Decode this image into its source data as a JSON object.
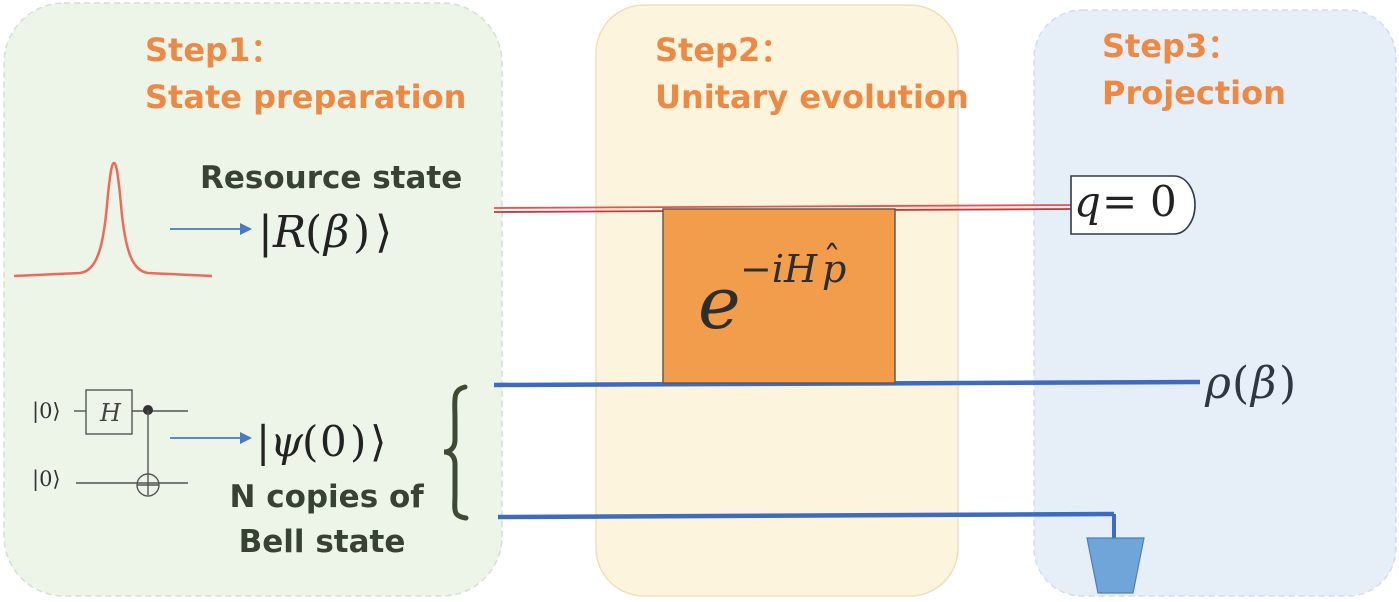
{
  "colors": {
    "panel1_fill": "#edf4e8",
    "panel2_fill": "#fdf4dd",
    "panel3_fill": "#e6eef8",
    "title_orange": "#ec8a45",
    "label_dark": "#384233",
    "gate_orange": "#f29d4b",
    "red_wire": "#e05555",
    "blue_wire": "#3d6bbf",
    "detector_blue": "#6fa5d9",
    "arrow_blue": "#4a78c8",
    "peak_red": "#ec6b58"
  },
  "step1": {
    "line1": "Step1：",
    "line2": "State preparation"
  },
  "step2": {
    "line1": "Step2：",
    "line2": "Unitary evolution"
  },
  "step3": {
    "line1": "Step3：",
    "line2": "Projection"
  },
  "resource_label": "Resource state",
  "bell_label": {
    "line1": "N copies of",
    "line2": "Bell state"
  },
  "resource_ket": {
    "bar": "|",
    "symbol": "R",
    "open": "(",
    "param": "β",
    "close": ")",
    "angle": "⟩"
  },
  "psi_ket": {
    "bar": "|",
    "symbol": "ψ",
    "open": "(",
    "value": "0",
    "close": ")",
    "angle": "⟩"
  },
  "zero_ket": "|0⟩",
  "h_gate": "H",
  "unitary": {
    "base": "e",
    "exponent": "−iH",
    "p": "p",
    "hat": "ˆ"
  },
  "projection": {
    "var": "q",
    "eq": "=",
    "value": "0"
  },
  "output": {
    "symbol": "ρ",
    "open": "(",
    "param": "β",
    "close": ")"
  },
  "icons": [
    "gaussian-peak-icon",
    "arrow-icon",
    "cnot-circuit-icon",
    "curly-brace-icon",
    "detector-icon"
  ]
}
